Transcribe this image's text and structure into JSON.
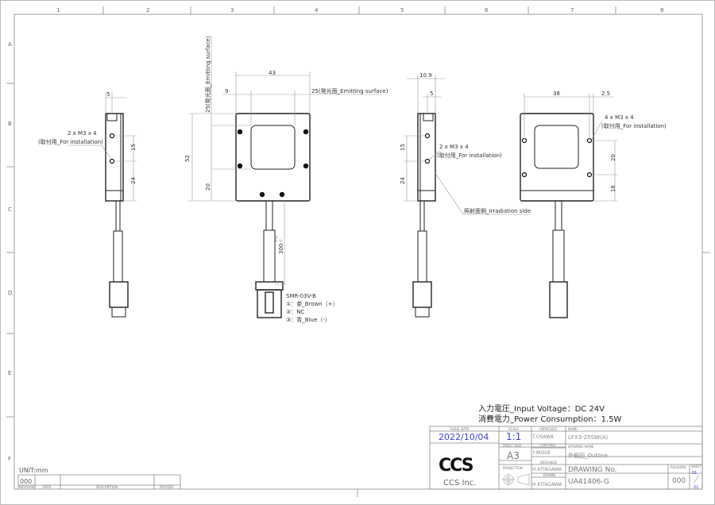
{
  "grid": {
    "columns": [
      "1",
      "2",
      "3",
      "4",
      "5",
      "6",
      "7",
      "8"
    ],
    "rows": [
      "A",
      "B",
      "C",
      "D",
      "E",
      "F"
    ]
  },
  "views": {
    "left_side": {
      "dim_width": "5",
      "dim_15": "15",
      "dim_24": "24",
      "hole_note": "2 x M3 x 4",
      "hole_note2": "(取付用_For installation)"
    },
    "front": {
      "dim_43": "43",
      "dim_9": "9",
      "dim_25h": "25(発光面_Emitting surface)",
      "dim_25v": "25(発光面_Emitting surface)",
      "dim_52": "52",
      "dim_20": "20",
      "dim_300": "300",
      "tol_plus": "+50",
      "tol_minus": "0",
      "connector": "SMR-03V-B",
      "pins": [
        "①：茶_Brown（+）",
        "②：NC",
        "③：青_Blue（-）"
      ]
    },
    "right_side": {
      "dim_109": "10.9",
      "dim_5": "5",
      "dim_15": "15",
      "dim_24": "24",
      "hole_note": "2 x M3 x 4",
      "hole_note2": "(取付用_For installation)",
      "irradiation": "照射面側_Irradiation side"
    },
    "back": {
      "dim_38": "38",
      "dim_25": "2.5",
      "dim_20": "20",
      "dim_16": "16",
      "hole_note": "4 x M3 x 4",
      "hole_note2": "(取付用_For installation)"
    }
  },
  "specs": {
    "voltage": "入力電圧_Input Voltage：DC 24V",
    "power": "消費電力_Power Consumption：1.5W"
  },
  "title_block": {
    "issue_date_label": "ISSUE DATE",
    "issue_date": "2022/10/04",
    "scale_label": "SCALE",
    "scale": "1:1",
    "sheet_size_label": "SHEET SIZE",
    "sheet_size": "A3",
    "projection_label": "PROJECTION",
    "approved_label": "APPROVED",
    "approved": "T.OSAWA",
    "checked_label": "CHECKED",
    "checked": "Y.INOUE",
    "designed_label": "DESIGNED",
    "designed": "H.KITAGAWA",
    "drawn_label": "DRAWN",
    "drawn": "H.KITAGAWA",
    "name_label": "NAME",
    "name": "LFX3-25SW(A)",
    "drawing_name_label": "DRAWING NAME",
    "drawing_name": "外観図_Outline",
    "drawing_no_label": "DRAWING No.",
    "drawing_no": "UA41406-G",
    "revision_label": "REVISION",
    "revision": "000",
    "sheet_label": "SHEET",
    "sheet_num": "01",
    "sheet_total": "01",
    "company_logo": "CCS",
    "company": "CCS Inc."
  },
  "revision_block": {
    "unit": "UNIT:mm",
    "revision": "000",
    "headers": [
      "REVISION",
      "DATE",
      "DESCRIPTION",
      "REVISED"
    ]
  }
}
